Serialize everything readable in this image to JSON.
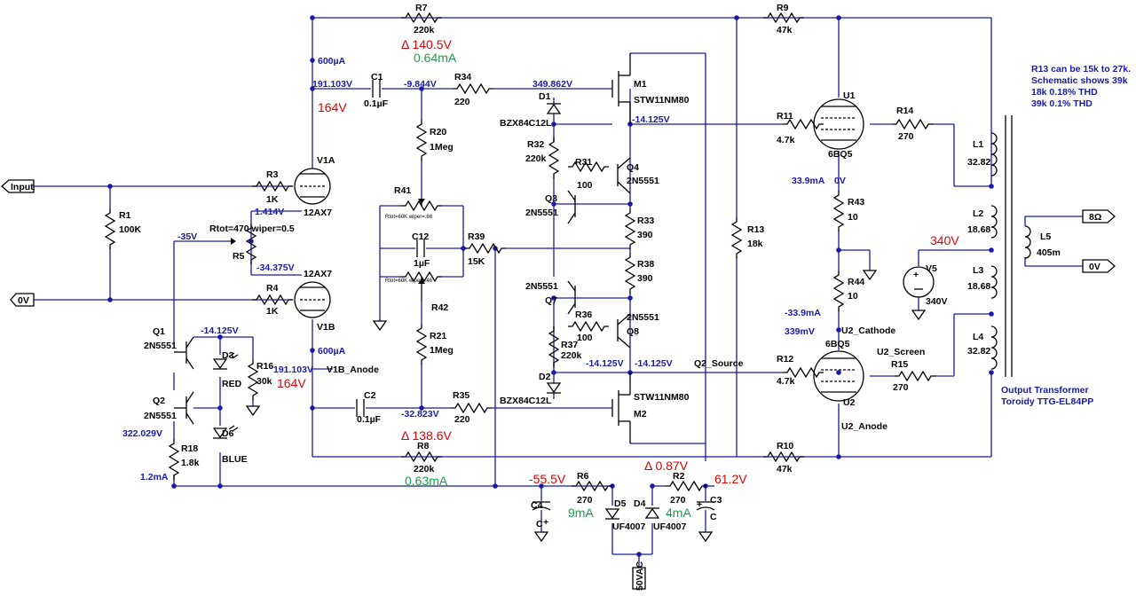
{
  "title": "Tube amplifier schematic",
  "components": {
    "R1": {
      "ref": "R1",
      "value": "100K"
    },
    "R2": {
      "ref": "R2",
      "value": "270"
    },
    "R3": {
      "ref": "R3",
      "value": "1K"
    },
    "R4": {
      "ref": "R4",
      "value": "1K"
    },
    "R5": {
      "ref": "R5",
      "note": "Rtot=470 wiper=0.5"
    },
    "R6": {
      "ref": "R6",
      "value": "270"
    },
    "R7": {
      "ref": "R7",
      "value": "220k"
    },
    "R8": {
      "ref": "R8",
      "value": "220k"
    },
    "R9": {
      "ref": "R9",
      "value": "47k"
    },
    "R10": {
      "ref": "R10",
      "value": "47k"
    },
    "R11": {
      "ref": "R11",
      "value": "4.7k"
    },
    "R12": {
      "ref": "R12",
      "value": "4.7k"
    },
    "R13": {
      "ref": "R13",
      "value": "18k"
    },
    "R14": {
      "ref": "R14",
      "value": "270"
    },
    "R15": {
      "ref": "R15",
      "value": "270"
    },
    "R16": {
      "ref": "R16",
      "value": "30k"
    },
    "R18": {
      "ref": "R18",
      "value": "1.8k"
    },
    "R20": {
      "ref": "R20",
      "value": "1Meg"
    },
    "R21": {
      "ref": "R21",
      "value": "1Meg"
    },
    "R31": {
      "ref": "R31",
      "value": "100"
    },
    "R32": {
      "ref": "R32",
      "value": "220k"
    },
    "R33": {
      "ref": "R33",
      "value": "390"
    },
    "R34": {
      "ref": "R34",
      "value": "220"
    },
    "R35": {
      "ref": "R35",
      "value": "220"
    },
    "R36": {
      "ref": "R36",
      "value": "100"
    },
    "R37": {
      "ref": "R37",
      "value": "220k"
    },
    "R38": {
      "ref": "R38",
      "value": "390"
    },
    "R39": {
      "ref": "R39",
      "value": "15K"
    },
    "R41": {
      "ref": "R41",
      "note": "Rtot=60K wiper=.66"
    },
    "R42": {
      "ref": "R42",
      "note": "Rtot=60K wiper=.46"
    },
    "R43": {
      "ref": "R43",
      "value": "10"
    },
    "R44": {
      "ref": "R44",
      "value": "10"
    },
    "C1": {
      "ref": "C1",
      "value": "0.1µF"
    },
    "C2": {
      "ref": "C2",
      "value": "0.1µF"
    },
    "C3": {
      "ref": "C3",
      "value": "C"
    },
    "C4": {
      "ref": "C4",
      "value": "C"
    },
    "C12": {
      "ref": "C12",
      "value": "1µF"
    },
    "D1": {
      "ref": "D1",
      "value": "BZX84C12L"
    },
    "D2": {
      "ref": "D2",
      "value": "BZX84C12L"
    },
    "D3": {
      "ref": "D3",
      "value": "RED"
    },
    "D4": {
      "ref": "D4",
      "value": "UF4007"
    },
    "D5": {
      "ref": "D5",
      "value": "UF4007"
    },
    "D6": {
      "ref": "D6",
      "value": "BLUE"
    },
    "L1": {
      "ref": "L1",
      "value": "32.82"
    },
    "L2": {
      "ref": "L2",
      "value": "18.68"
    },
    "L3": {
      "ref": "L3",
      "value": "18.68"
    },
    "L4": {
      "ref": "L4",
      "value": "32.82"
    },
    "L5": {
      "ref": "L5",
      "value": "405m"
    },
    "M1": {
      "ref": "M1",
      "value": "STW11NM80"
    },
    "M2": {
      "ref": "M2",
      "value": "STW11NM80"
    },
    "Q1": {
      "ref": "Q1",
      "value": "2N5551"
    },
    "Q2": {
      "ref": "Q2",
      "value": "2N5551"
    },
    "Q3": {
      "ref": "Q3",
      "value": "2N5551"
    },
    "Q4": {
      "ref": "Q4",
      "value": "2N5551"
    },
    "Q7": {
      "ref": "Q7",
      "value": "2N5551"
    },
    "Q8": {
      "ref": "Q8",
      "value": "2N5551"
    },
    "U1": {
      "ref": "U1",
      "value": "6BQ5"
    },
    "U2": {
      "ref": "U2",
      "value": "6BQ5"
    },
    "V1A": {
      "ref": "V1A",
      "value": "12AX7"
    },
    "V1B": {
      "ref": "V1B",
      "value": "12AX7"
    },
    "V5": {
      "ref": "V5",
      "value": "340V"
    },
    "SRC": {
      "ref": "",
      "value": "50VAC"
    }
  },
  "ports": {
    "input": "Input",
    "gnd": "0V",
    "out_8": "8Ω",
    "out_0": "0V"
  },
  "net_labels": {
    "v1b_anode": "V1B_Anode",
    "u2_cathode": "U2_Cathode",
    "u2_screen": "U2_Screen",
    "u2_anode": "U2_Anode",
    "q2_source": "Q2_Source"
  },
  "probes": {
    "p600_top": "600µA",
    "p191_top": "191.103V",
    "p9844": "-9.844V",
    "p349": "349.862V",
    "p14125_top": "-14.125V",
    "p1414": "1.414V",
    "pm35": "-35V",
    "pm34375": "-34.375V",
    "p14125_q1": "-14.125V",
    "p191_low": "191.103V",
    "p600_low": "600µA",
    "p322": "322.029V",
    "p12ma": "1.2mA",
    "p32823": "-32.823V",
    "p14125_a": "-14.125V",
    "p14125_b": "-14.125V",
    "p339": "33.9mA",
    "p0v": "0V",
    "pm339": "-33.9mA",
    "p339mv": "339mV"
  },
  "annotations_red": {
    "d1405": "Δ 140.5V",
    "v164a": "164V",
    "v164b": "164V",
    "d1386": "Δ 138.6V",
    "m555": "-55.5V",
    "d087": "Δ 0.87V",
    "v612": "61.2V",
    "v340": "340V"
  },
  "annotations_green": {
    "i064": "0.64mA",
    "i063": "0.63mA",
    "i9": "9mA",
    "i4": "4mA"
  },
  "notes": {
    "r13_lines": [
      "R13 can be 15k to 27k.",
      "Schematic shows 39k",
      "18k 0.18% THD",
      "39k 0.1% THD"
    ],
    "ot_lines": [
      "Output Transformer",
      "Toroidy TTG-EL84PP"
    ]
  },
  "colors": {
    "wire": "#1a1aa6",
    "probe": "#1a1aa6",
    "annotation_red": "#e00000",
    "annotation_green": "#1aa04a"
  }
}
